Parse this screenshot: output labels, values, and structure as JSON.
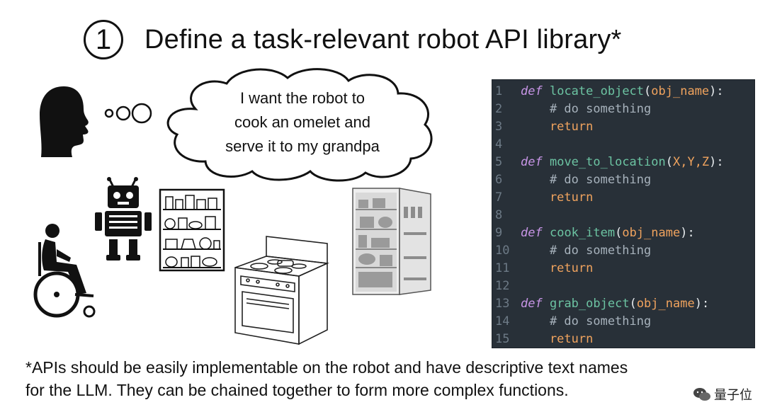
{
  "title": {
    "step_number": "1",
    "text": "Define a task-relevant robot API library*"
  },
  "thought": {
    "lines": [
      "I want the robot to",
      "cook an omelet and",
      "serve it to my grandpa"
    ]
  },
  "code": {
    "lines": [
      {
        "n": "1",
        "kind": "def",
        "def_kw": "def",
        "name": "locate_object",
        "open": "(",
        "args": "obj_name",
        "close": "):"
      },
      {
        "n": "2",
        "kind": "comment",
        "text": "    # do something"
      },
      {
        "n": "3",
        "kind": "return",
        "text": "    return"
      },
      {
        "n": "4",
        "kind": "blank",
        "text": ""
      },
      {
        "n": "5",
        "kind": "def",
        "def_kw": "def",
        "name": "move_to_location",
        "open": "(",
        "args": "X,Y,Z",
        "close": "):"
      },
      {
        "n": "6",
        "kind": "comment",
        "text": "    # do something"
      },
      {
        "n": "7",
        "kind": "return",
        "text": "    return"
      },
      {
        "n": "8",
        "kind": "blank",
        "text": ""
      },
      {
        "n": "9",
        "kind": "def",
        "def_kw": "def",
        "name": "cook_item",
        "open": "(",
        "args": "obj_name",
        "close": "):"
      },
      {
        "n": "10",
        "kind": "comment",
        "text": "    # do something"
      },
      {
        "n": "11",
        "kind": "return",
        "text": "    return"
      },
      {
        "n": "12",
        "kind": "blank",
        "text": ""
      },
      {
        "n": "13",
        "kind": "def",
        "def_kw": "def",
        "name": "grab_object",
        "open": "(",
        "args": "obj_name",
        "close": "):"
      },
      {
        "n": "14",
        "kind": "comment",
        "text": "    # do something"
      },
      {
        "n": "15",
        "kind": "return",
        "text": "    return"
      }
    ]
  },
  "footnote": {
    "line1": "*APIs should be easily implementable on the robot and have descriptive text names",
    "line2": "for the LLM. They can be chained together to form more complex functions."
  },
  "watermark": {
    "text": "量子位",
    "icon": "wechat-icon"
  },
  "icons": [
    "person-head-silhouette",
    "thought-bubble",
    "robot-icon",
    "wheelchair-person-icon",
    "pantry-shelf-icon",
    "stove-oven-icon",
    "open-fridge-icon"
  ],
  "colors": {
    "code_bg": "#283038",
    "keyword": "#c795e6",
    "function": "#6cc3a2",
    "argument": "#f0a35e",
    "comment": "#a7b2bc"
  }
}
